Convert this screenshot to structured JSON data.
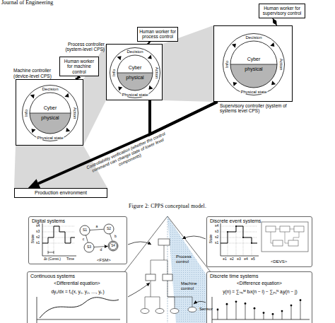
{
  "diagram": {
    "caption": "Figure 2: CPPS conceptual model.",
    "nodes": [
      {
        "text": [
          "Machine controller (device-level CPS)"
        ]
      },
      {
        "text": [
          "Cyber",
          "physical"
        ],
        "in": 0
      },
      {
        "text": [
          "Human worker for machine control"
        ]
      },
      {
        "text": [
          "Process controller (system-level CPS)"
        ]
      },
      {
        "text": [
          "Cyber",
          "physical"
        ],
        "in": 3
      },
      {
        "text": [
          "Human worker for process control"
        ]
      },
      {
        "text": [
          "Supervisory controller (system of systems level CPS)"
        ]
      },
      {
        "text": [
          "Cyber",
          "physical"
        ],
        "in": 6
      },
      {
        "text": [
          "Human worker for supervisory control"
        ]
      },
      {
        "text": [
          "Production environment"
        ]
      },
      {
        "text": [
          "Digital systems",
          "<FSM>"
        ]
      },
      {
        "text": [
          "Discrete event systems",
          "<DEVS>"
        ]
      },
      {
        "text": [
          "Continuous systems",
          "<Differential equation>",
          "dy₁/dx = f₁(x, y₁, y₂, …, yₙ)"
        ]
      },
      {
        "text": [
          "Discrete time systems",
          "<Difference equation>",
          "y(n) = ∑ᵢ₌₀ᴹ bᵢx(n − i) − ∑ⱼ₌₁ᴺ aⱼy(n − j)"
        ]
      }
    ],
    "edges": [
      {
        "from": 2,
        "to": 0,
        "arrow": "both"
      },
      {
        "from": 5,
        "to": 3,
        "arrow": "both"
      },
      {
        "from": 8,
        "to": 6,
        "arrow": "both"
      },
      {
        "from": 6,
        "to": 9,
        "arrow": "to",
        "label": "Controllability verification (whether the control command can change state of lower level components)"
      },
      {
        "from": 6,
        "to": 3,
        "arrow": "to"
      }
    ],
    "labels": [
      "Journal of Engineering",
      "Decision",
      "Action",
      "Physical state",
      "Info",
      "Decision",
      "Action",
      "Physical state",
      "Info",
      "Decision",
      "Action",
      "Physical state",
      "Info",
      "State",
      "s4",
      "s3",
      "s2",
      "s1",
      "Δt (Const.)",
      "Time",
      "S1",
      "S2",
      "S3",
      "S4",
      "a",
      "b",
      "c",
      "d",
      "State",
      "s4",
      "s3",
      "s2",
      "s1",
      "e1",
      "e2",
      "e3",
      "e4",
      "e5",
      "Process control",
      "Machine control",
      "Sensor"
    ]
  }
}
